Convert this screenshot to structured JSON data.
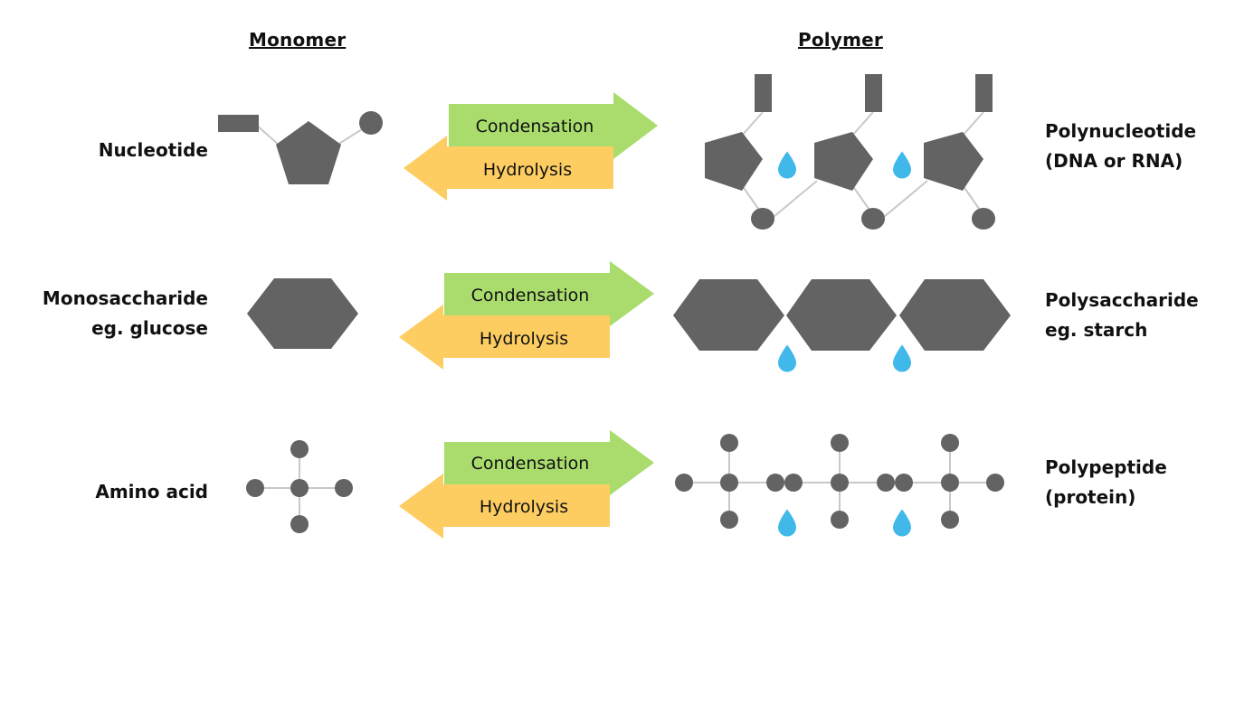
{
  "headers": {
    "monomer": "Monomer",
    "polymer": "Polymer"
  },
  "rows": [
    {
      "monomer": [
        "Nucleotide"
      ],
      "condensation": "Condensation",
      "hydrolysis": "Hydrolysis",
      "polymer": [
        "Polynucleotide",
        "(DNA or RNA)"
      ]
    },
    {
      "monomer": [
        "Monosaccharide",
        "eg. glucose"
      ],
      "condensation": "Condensation",
      "hydrolysis": "Hydrolysis",
      "polymer": [
        "Polysaccharide",
        "eg. starch"
      ]
    },
    {
      "monomer": [
        "Amino acid"
      ],
      "condensation": "Condensation",
      "hydrolysis": "Hydrolysis",
      "polymer": [
        "Polypeptide",
        "(protein)"
      ]
    }
  ],
  "colors": {
    "shape": "#636363",
    "link": "#c8c8c8",
    "condensation_arrow": "#a9dc6d",
    "hydrolysis_arrow": "#fdcd62",
    "water_drop": "#41b8ea"
  },
  "icons": {
    "water": "water-drop-icon"
  }
}
